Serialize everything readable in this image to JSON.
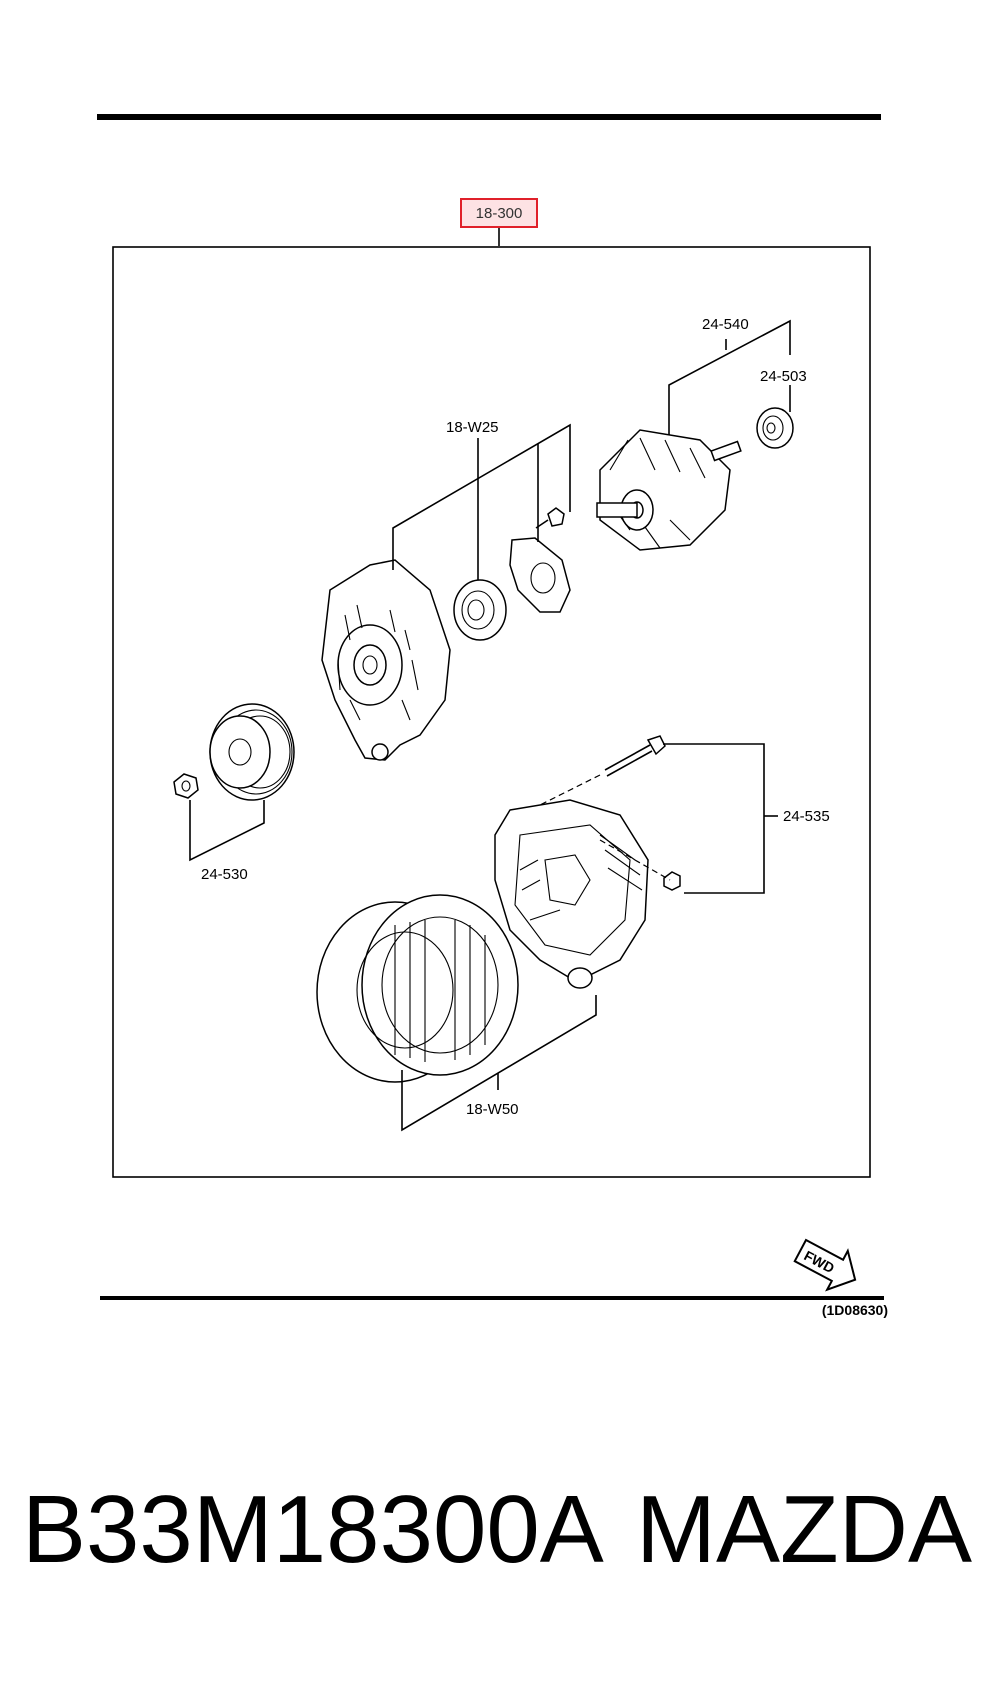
{
  "assembly_label": "18-300",
  "callouts": {
    "rotor": "24-540",
    "bearing_rear": "24-503",
    "front_parts": "18-W25",
    "pulley": "24-530",
    "through_bolts": "24-535",
    "stator_rear": "18-W50"
  },
  "fwd_marker": "FWD",
  "ref_code": "(1D08630)",
  "footer": {
    "part_number": "B33M18300A",
    "brand": "MAZDA"
  }
}
